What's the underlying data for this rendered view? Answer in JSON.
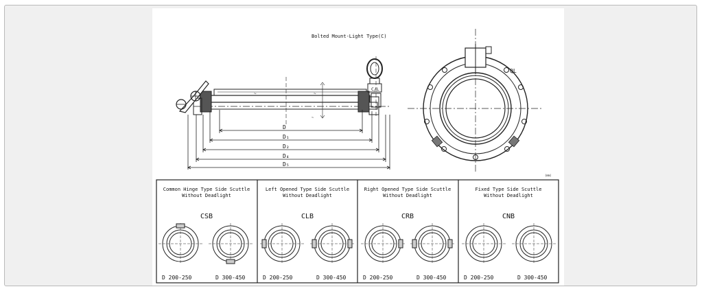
{
  "drawing": {
    "title": "Bolted Mount-Light Type(C)",
    "unit": "(mm)",
    "callout_cl": "C/L",
    "callout_ql": "QL",
    "dimensions": [
      "D",
      "D₁",
      "D₂",
      "D₄",
      "D₅"
    ]
  },
  "variants": [
    {
      "heading_1": "Common Hinge Type Side Scuttle",
      "heading_2": "Without Deadlight",
      "code": "CSB",
      "range_small": "D 200-250",
      "range_large": "D 300-450"
    },
    {
      "heading_1": "Left Opened Type Side Scuttle",
      "heading_2": "Without Deadlight",
      "code": "CLB",
      "range_small": "D 200-250",
      "range_large": "D 300-450"
    },
    {
      "heading_1": "Right Opened Type Side Scuttle",
      "heading_2": "Without Deadlight",
      "code": "CRB",
      "range_small": "D 200-250",
      "range_large": "D 300-450"
    },
    {
      "heading_1": "Fixed Type Side Scuttle",
      "heading_2": "Without Deadlight",
      "code": "CNB",
      "range_small": "D 200-250",
      "range_large": "D 300-450"
    }
  ]
}
